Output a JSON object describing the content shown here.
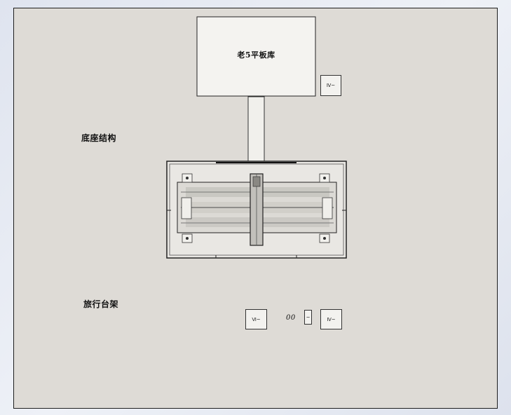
{
  "drawing": {
    "box_title": "老5平板库",
    "label_top": "底座结构",
    "label_bottom": "旅行台架",
    "box_top_right": "Ⅳ~",
    "box_bottom_left": "Ⅵ~",
    "small_mark": "~",
    "double_circle": "00",
    "box_bottom_right": "Ⅳ~"
  },
  "colors": {
    "sheet": "#dedbd6",
    "line": "#1e1e1e"
  }
}
